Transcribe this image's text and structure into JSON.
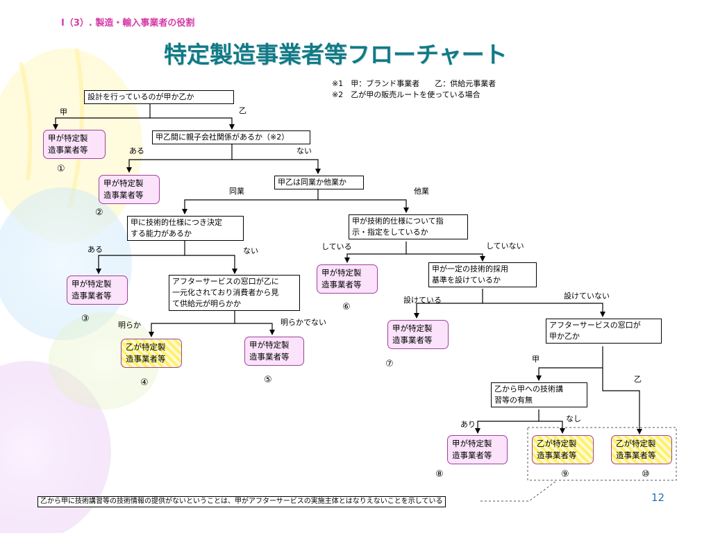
{
  "header": {
    "section": "Ⅰ（3）. 製造・輸入事業者の役割",
    "title": "特定製造事業者等フローチャート"
  },
  "notes": {
    "note1": "※1　甲：ブランド事業者　　乙：供給元事業者",
    "note2": "※2　乙が甲の販売ルートを使っている場合"
  },
  "questions": {
    "q1": "設計を行っているのが甲か乙か",
    "q2": "甲乙間に親子会社関係があるか（※2）",
    "q3": "甲乙は同業か他業か",
    "q4": "甲に技術的仕様につき決定\nする能力があるか",
    "q5": "甲が技術的仕様について指\n示・指定をしているか",
    "q6": "アフターサービスの窓口が乙に\n一元化されており消費者から見\nて供給元が明らかか",
    "q7": "甲が一定の技術的採用\n基準を設けているか",
    "q8": "アフターサービスの窓口が\n甲か乙か",
    "q9": "乙から甲への技術講\n習等の有無"
  },
  "branches": {
    "q1_left": "甲",
    "q1_right": "乙",
    "q2_left": "ある",
    "q2_right": "ない",
    "q3_left": "同業",
    "q3_right": "他業",
    "q4_left": "ある",
    "q4_right": "ない",
    "q5_left": "している",
    "q5_right": "していない",
    "q6_left": "明らか",
    "q6_right": "明らかでない",
    "q7_left": "設けている",
    "q7_right": "設けていない",
    "q8_left": "甲",
    "q8_right": "乙",
    "q9_left": "あり",
    "q9_right": "なし"
  },
  "outcomes": {
    "o1": "甲が特定製\n造事業者等",
    "o2": "甲が特定製\n造事業者等",
    "o3": "甲が特定製\n造事業者等",
    "o4": "乙が特定製\n造事業者等",
    "o5": "甲が特定製\n造事業者等",
    "o6": "甲が特定製\n造事業者等",
    "o7": "甲が特定製\n造事業者等",
    "o8": "甲が特定製\n造事業者等",
    "o9": "乙が特定製\n造事業者等",
    "o10": "乙が特定製\n造事業者等"
  },
  "numbers": {
    "n1": "①",
    "n2": "②",
    "n3": "③",
    "n4": "④",
    "n5": "⑤",
    "n6": "⑥",
    "n7": "⑦",
    "n8": "⑧",
    "n9": "⑨",
    "n10": "⑩"
  },
  "footer": {
    "note": "乙から甲に技術講習等の技術情報の提供がないということは、甲がアフターサービスの実施主体とはなりえないことを示している",
    "page": "12"
  },
  "colors": {
    "title": "#117a86",
    "section": "#d63aa8",
    "outcome_kou_fill": "#fbe3fb",
    "outcome_otsu_fill": "#fff06a",
    "outcome_border": "#a0409a"
  }
}
